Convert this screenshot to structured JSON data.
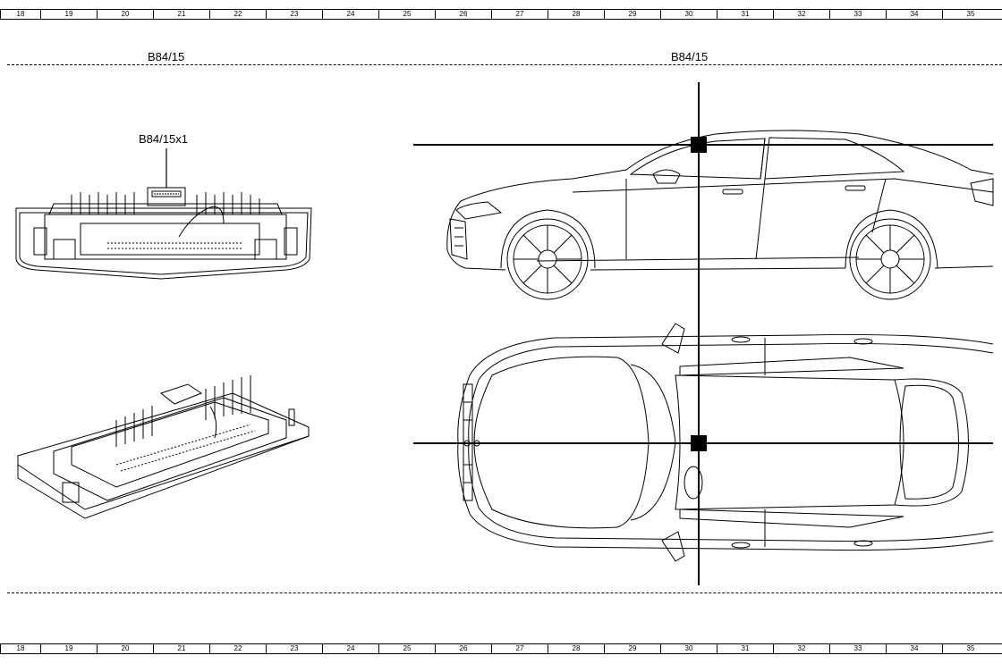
{
  "ruler": {
    "columns": [
      "18",
      "19",
      "20",
      "21",
      "22",
      "23",
      "24",
      "25",
      "26",
      "27",
      "28",
      "29",
      "30",
      "31",
      "32",
      "33",
      "34",
      "35"
    ]
  },
  "labels": {
    "section_left": "B84/15",
    "section_right": "B84/15",
    "connector": "B84/15x1"
  }
}
